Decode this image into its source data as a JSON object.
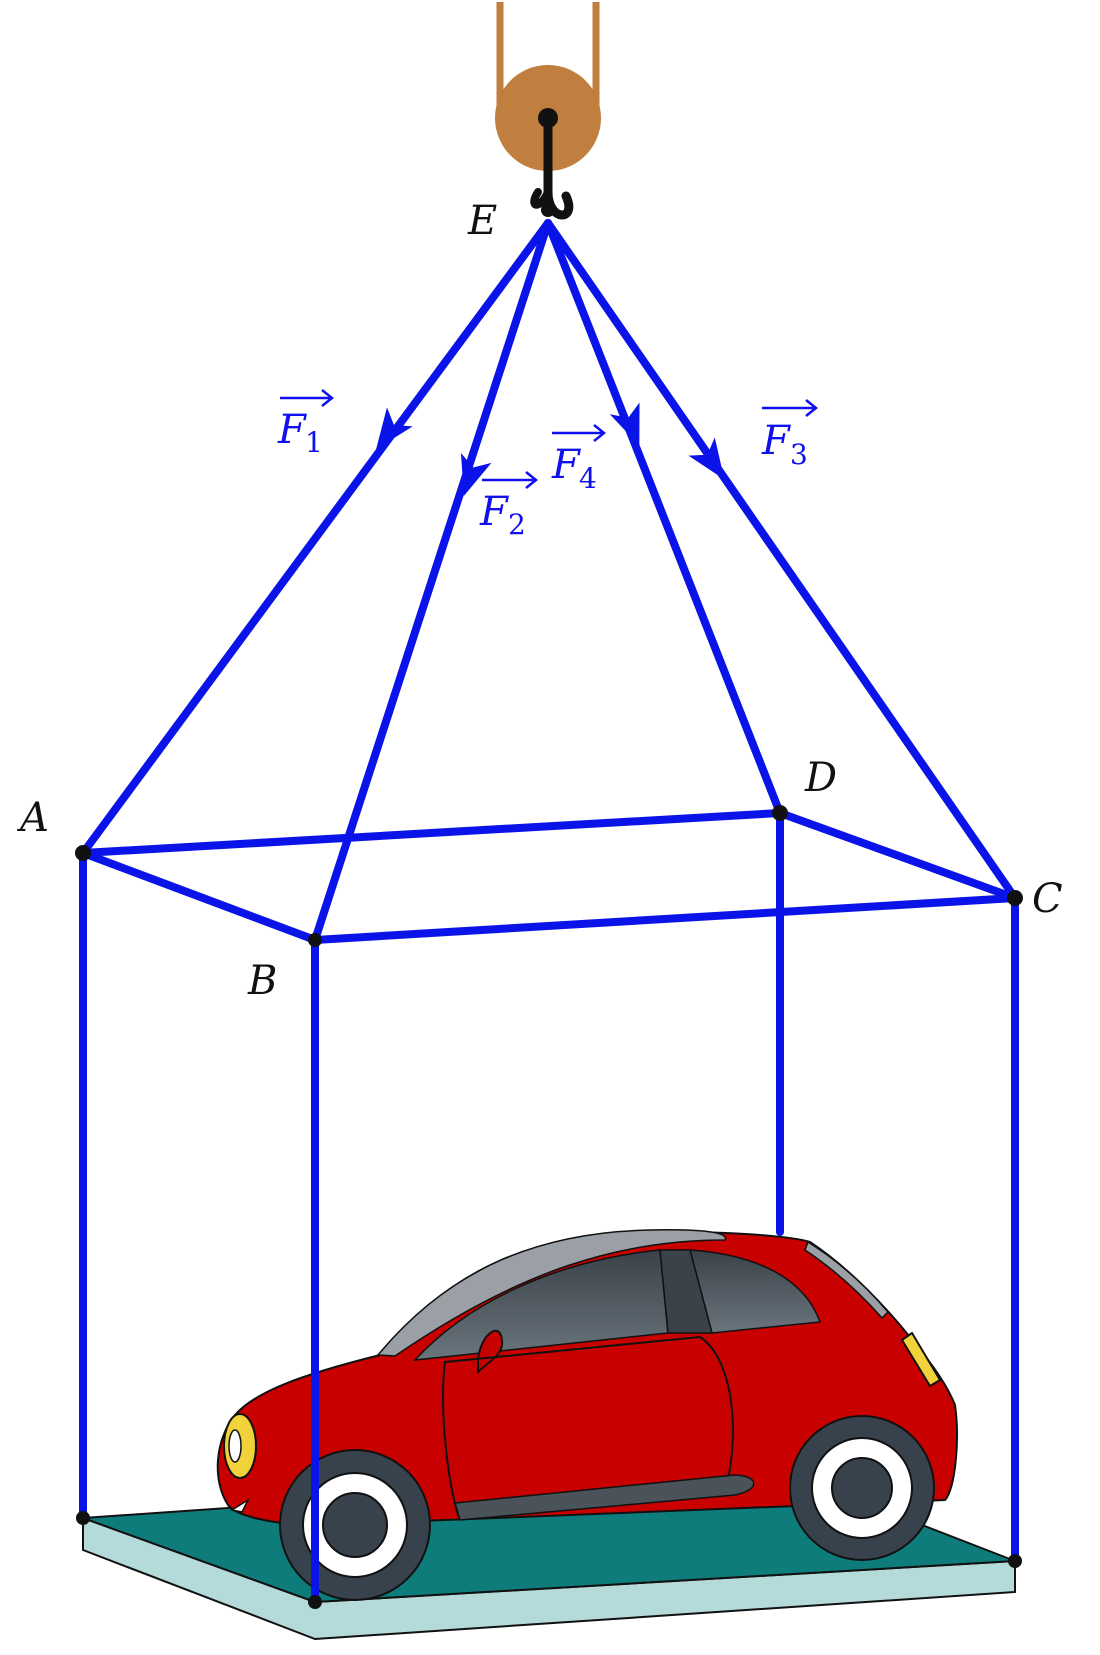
{
  "points": {
    "A": "A",
    "B": "B",
    "C": "C",
    "D": "D",
    "E": "E"
  },
  "forces": [
    {
      "letter": "F",
      "index": "1"
    },
    {
      "letter": "F",
      "index": "2"
    },
    {
      "letter": "F",
      "index": "3"
    },
    {
      "letter": "F",
      "index": "4"
    }
  ],
  "colors": {
    "rope": "#0a14e8",
    "force_label": "#1010ee",
    "pulley": "#c07f3f",
    "hook": "#111111",
    "platform_top": "#0f7c7c",
    "platform_side": "#b5dada",
    "car_body": "#c80000",
    "window": "#4a525a",
    "headlight": "#f1d23a",
    "tire": "#38424c",
    "rim": "#ffffff"
  },
  "icons": [
    "pulley-icon",
    "hook-icon",
    "car-icon",
    "platform-icon"
  ]
}
